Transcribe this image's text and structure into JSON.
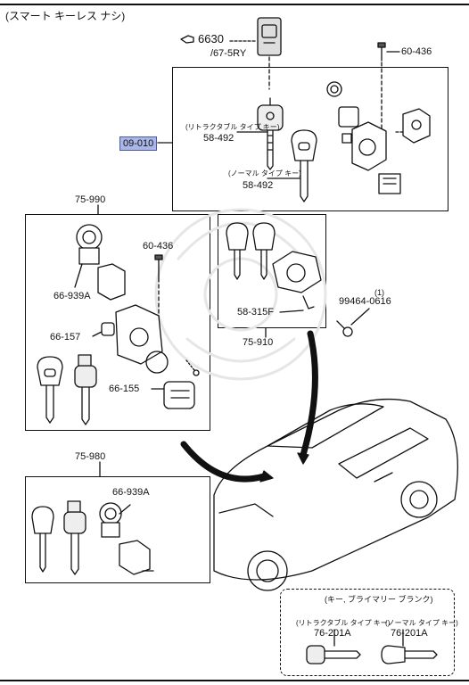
{
  "header": {
    "title": "(スマート キーレス ナシ)"
  },
  "top": {
    "ref_6630": "6630",
    "ref_67_5ry": "/67-5RY",
    "ref_60_436": "60-436",
    "highlight": "09-010",
    "retractable_note": "(リトラクタブル タイプ キー)",
    "ref_58_492_a": "58-492",
    "normal_note": "(ノーマル タイプ キー)",
    "ref_58_492_b": "58-492"
  },
  "left": {
    "ref_75_990": "75-990",
    "ref_60_436": "60-436",
    "ref_66_939a": "66-939A",
    "ref_66_157": "66-157",
    "ref_66_155": "66-155"
  },
  "mid": {
    "ref_58_315f": "58-315F",
    "ref_75_910": "75-910",
    "qty": "(1)",
    "ref_99464": "99464-0616"
  },
  "bottom": {
    "ref_75_980": "75-980",
    "ref_66_939a": "66-939A"
  },
  "blank": {
    "title": "(キー, ブライマリー ブランク)",
    "retractable_note": "(リトラクタブル タイプ キー)",
    "ref_76_201a_a": "76-201A",
    "normal_note": "(ノーマル タイプ キー)",
    "ref_76_201a_b": "76-201A"
  },
  "colors": {
    "highlight": "#a9b6e6",
    "line": "#111111"
  }
}
